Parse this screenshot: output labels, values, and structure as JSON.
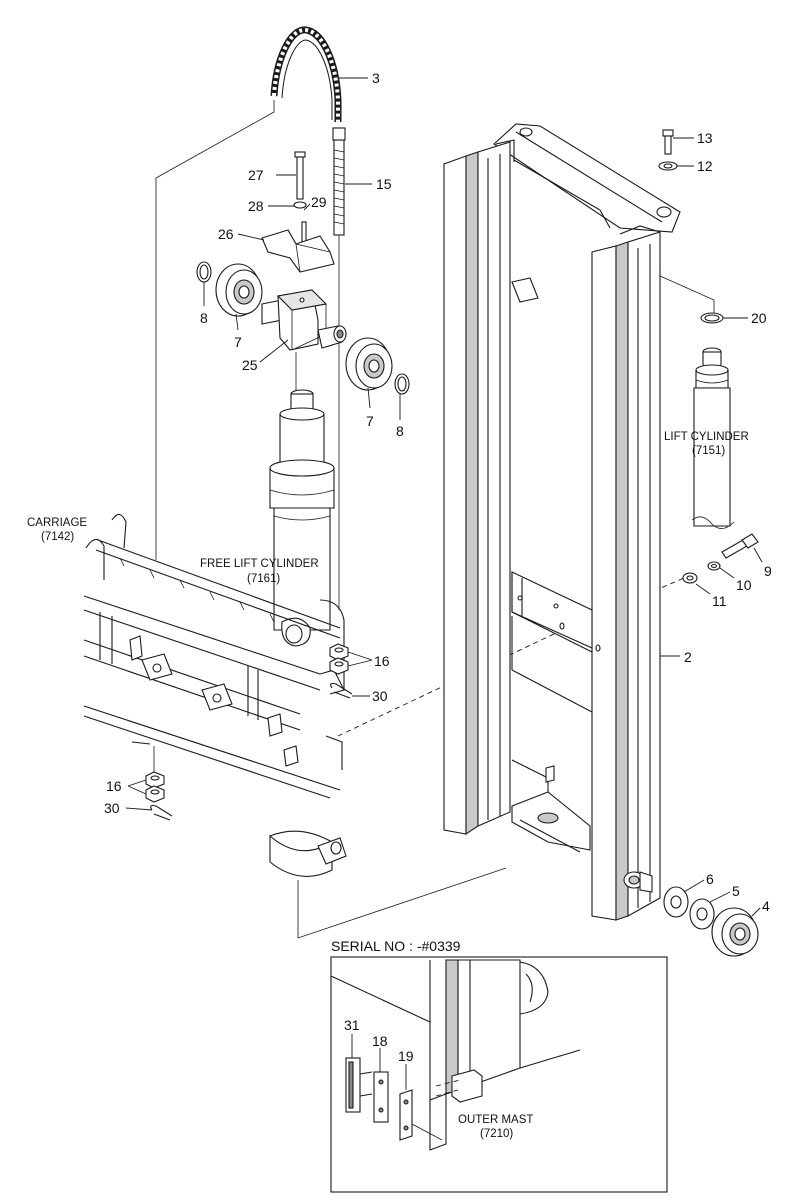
{
  "callouts": {
    "c3": "3",
    "c15": "15",
    "c27": "27",
    "c28": "28",
    "c29": "29",
    "c26": "26",
    "c8a": "8",
    "c7a": "7",
    "c25": "25",
    "c7b": "7",
    "c8b": "8",
    "c13": "13",
    "c12": "12",
    "c20": "20",
    "c9": "9",
    "c10": "10",
    "c11": "11",
    "c2": "2",
    "c16a": "16",
    "c30a": "30",
    "c16b": "16",
    "c30b": "30",
    "c6": "6",
    "c5": "5",
    "c4": "4",
    "c31": "31",
    "c18": "18",
    "c19": "19"
  },
  "labels": {
    "carriage_name": "CARRIAGE",
    "carriage_code": "(7142)",
    "free_lift_name": "FREE LIFT CYLINDER",
    "free_lift_code": "(7161)",
    "lift_cyl_name": "LIFT CYLINDER",
    "lift_cyl_code": "(7151)",
    "outer_mast_name": "OUTER MAST",
    "outer_mast_code": "(7210)"
  },
  "inset": {
    "serial_label": "SERIAL NO : -#0339"
  }
}
